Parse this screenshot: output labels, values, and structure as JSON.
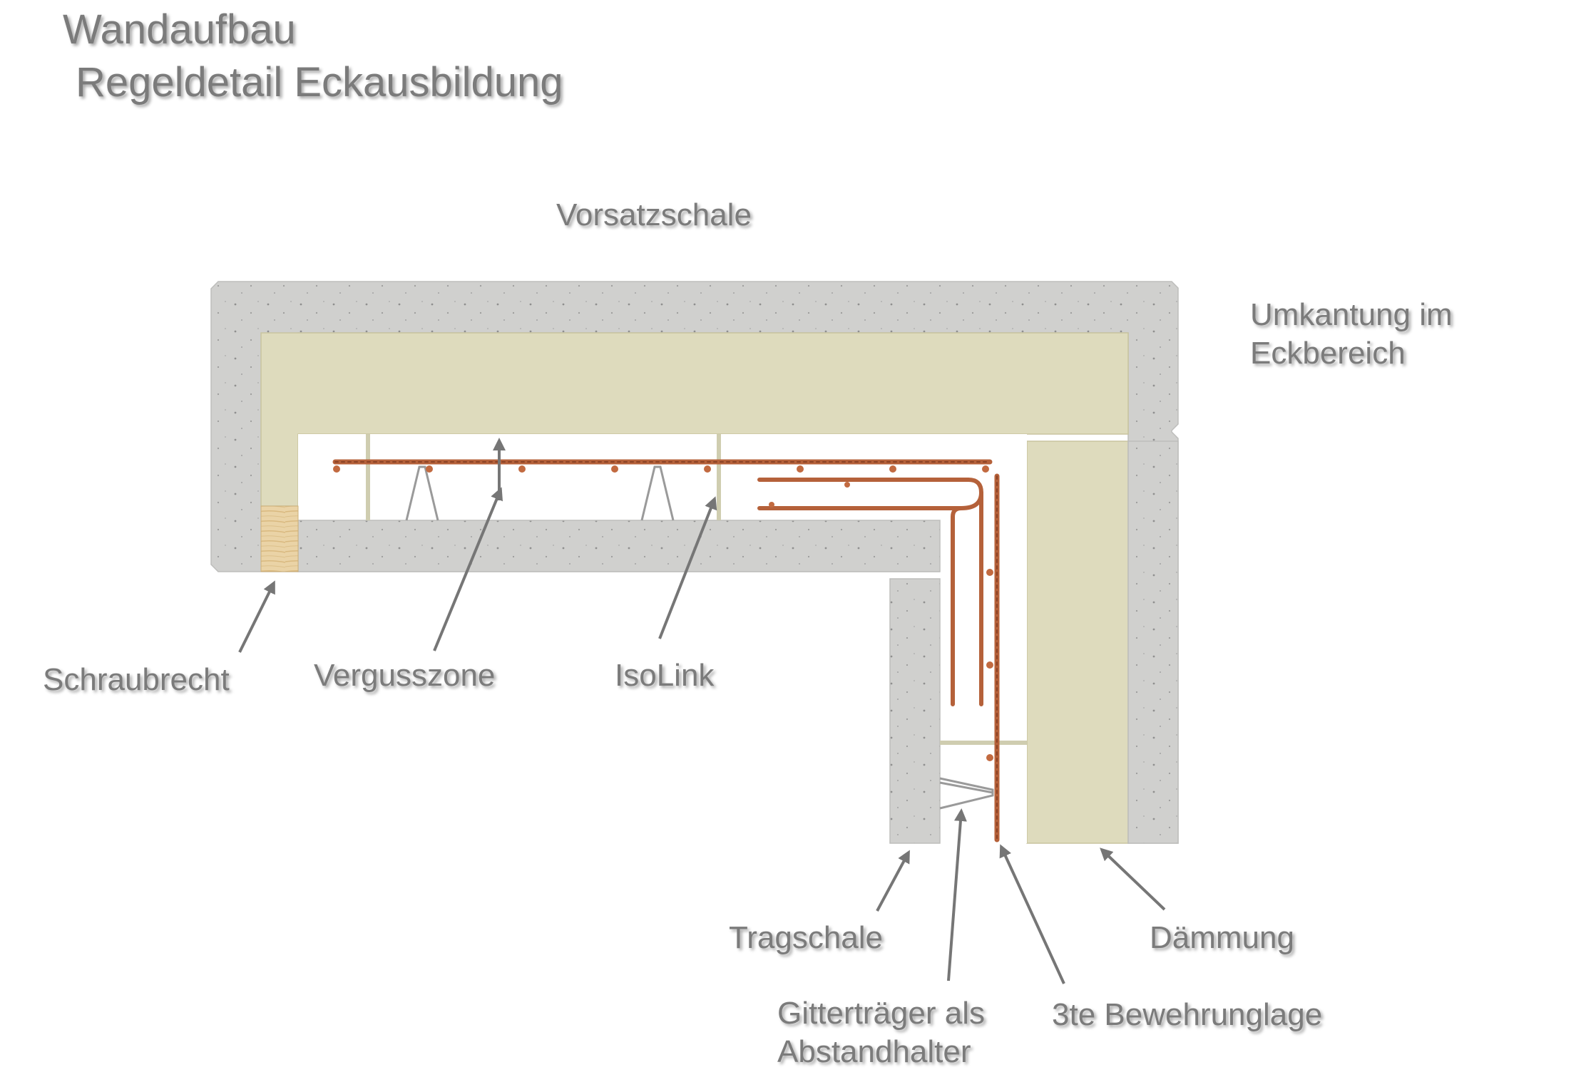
{
  "title": {
    "line1": "Wandaufbau",
    "line2": "Regeldetail Eckausbildung"
  },
  "labels": {
    "vorsatzschale": "Vorsatzschale",
    "umkantung_line1": "Umkantung im",
    "umkantung_line2": "Eckbereich",
    "schraubrecht": "Schraubrecht",
    "vergusszone": "Vergusszone",
    "isolink": "IsoLink",
    "tragschale": "Tragschale",
    "daemmung": "Dämmung",
    "gittertraeger_line1": "Gitterträger als",
    "gittertraeger_line2": "Abstandhalter",
    "bewehrung": "3te Bewehrunglage"
  },
  "colors": {
    "concrete": "#d0d0ce",
    "insulation": "#dedbbd",
    "wood": "#e8cf9f",
    "rebar": "#b5613a",
    "arrow": "#767676",
    "text": "#7b7b7b"
  }
}
